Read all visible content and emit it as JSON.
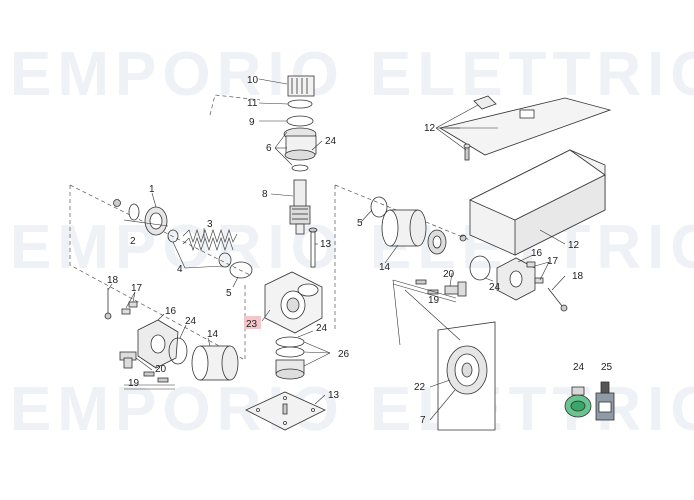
{
  "watermark": {
    "word1": "EMPORIO",
    "word2": "ELETTRICO"
  },
  "labels": {
    "n1": "1",
    "n2": "2",
    "n3": "3",
    "n4": "4",
    "n5a": "5",
    "n5b": "5",
    "n6": "6",
    "n7": "7",
    "n8": "8",
    "n9": "9",
    "n10": "10",
    "n11": "11",
    "n12a": "12",
    "n12b": "12",
    "n13a": "13",
    "n13b": "13",
    "n14a": "14",
    "n14b": "14",
    "n16a": "16",
    "n16b": "16",
    "n17a": "17",
    "n17b": "17",
    "n18a": "18",
    "n18b": "18",
    "n19a": "19",
    "n19b": "19",
    "n20a": "20",
    "n20b": "20",
    "n22": "22",
    "n23": "23",
    "n24a": "24",
    "n24b": "24",
    "n24c": "24",
    "n24d": "24",
    "n24e": "24",
    "n25": "25",
    "n26": "26"
  },
  "highlight_color": "#f4c6cc",
  "accent_green": "#3aa66a"
}
